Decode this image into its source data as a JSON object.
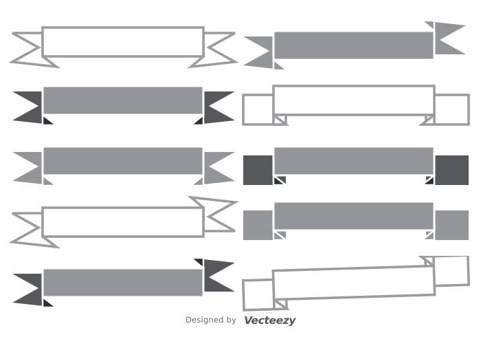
{
  "page": {
    "background": "#ffffff"
  },
  "colors": {
    "band_gray": "#939598",
    "dark_gray": "#57585b",
    "fold_dark": "#2f3032",
    "outline": "#9b9c9f",
    "white": "#ffffff",
    "credit_text": "#6b6c6f",
    "brand_text": "#55565a"
  },
  "footer": {
    "designed_by": "Designed by",
    "brand": "Vecteezy"
  },
  "ribbons": [
    {
      "name": "outline-swallowtail-ribbon",
      "row": 1,
      "col": "left",
      "variant": "swallow",
      "style": "outline",
      "tails": "both-low"
    },
    {
      "name": "solid-swallowtail-ribbon-offset",
      "row": 1,
      "col": "right",
      "variant": "swallow",
      "style": "solid",
      "tails": "left-low-right-high",
      "tail_tone": "same"
    },
    {
      "name": "solid-swallowtail-ribbon-dark-tails",
      "row": 2,
      "col": "left",
      "variant": "swallow",
      "style": "solid",
      "tails": "both-low",
      "tail_tone": "dark"
    },
    {
      "name": "outline-square-tab-ribbon",
      "row": 2,
      "col": "right",
      "variant": "tab",
      "style": "outline",
      "tails": "both-low"
    },
    {
      "name": "solid-swallowtail-ribbon",
      "row": 3,
      "col": "left",
      "variant": "swallow",
      "style": "solid",
      "tails": "both-low",
      "tail_tone": "same"
    },
    {
      "name": "solid-square-tab-ribbon-dark-tabs",
      "row": 3,
      "col": "right",
      "variant": "tab",
      "style": "solid",
      "tails": "both-low",
      "tail_tone": "dark"
    },
    {
      "name": "outline-swallowtail-ribbon-offset",
      "row": 4,
      "col": "left",
      "variant": "swallow",
      "style": "outline",
      "tails": "left-low-right-high"
    },
    {
      "name": "solid-square-tab-ribbon",
      "row": 4,
      "col": "right",
      "variant": "tab",
      "style": "solid",
      "tails": "both-low",
      "tail_tone": "same"
    },
    {
      "name": "solid-swallowtail-ribbon-dark-offset",
      "row": 5,
      "col": "left",
      "variant": "swallow",
      "style": "solid",
      "tails": "left-low-right-high",
      "tail_tone": "dark"
    },
    {
      "name": "outline-square-tab-ribbon-offset",
      "row": 5,
      "col": "right",
      "variant": "tab",
      "style": "outline",
      "tails": "left-low-right-high",
      "rotate": -1.7
    }
  ]
}
